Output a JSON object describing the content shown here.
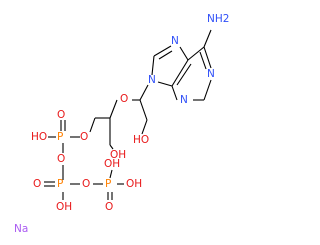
{
  "colors": {
    "bond": "#000000",
    "oxygen": "#e8191a",
    "nitrogen": "#3050f8",
    "phosphorus": "#ff8000",
    "sodium": "#ab5cf2"
  },
  "labels": {
    "amine": "NH2",
    "n7": "N",
    "n1": "N",
    "n3": "N",
    "n9": "N",
    "ether_o": "O",
    "oh_a": "HO",
    "ch2_o": "O",
    "p1": "P",
    "p1_dbl_o": "O",
    "p1_oh": "HO",
    "bridge_o1": "O",
    "p2": "P",
    "p2_dbl_o": "O",
    "p2_oh": "OH",
    "bridge_o2": "O",
    "p3": "P",
    "p3_dbl_o": "O",
    "p3_oh_top": "OH",
    "p3_oh_right": "OH",
    "oh_b": "OH",
    "sodium": "Na"
  }
}
